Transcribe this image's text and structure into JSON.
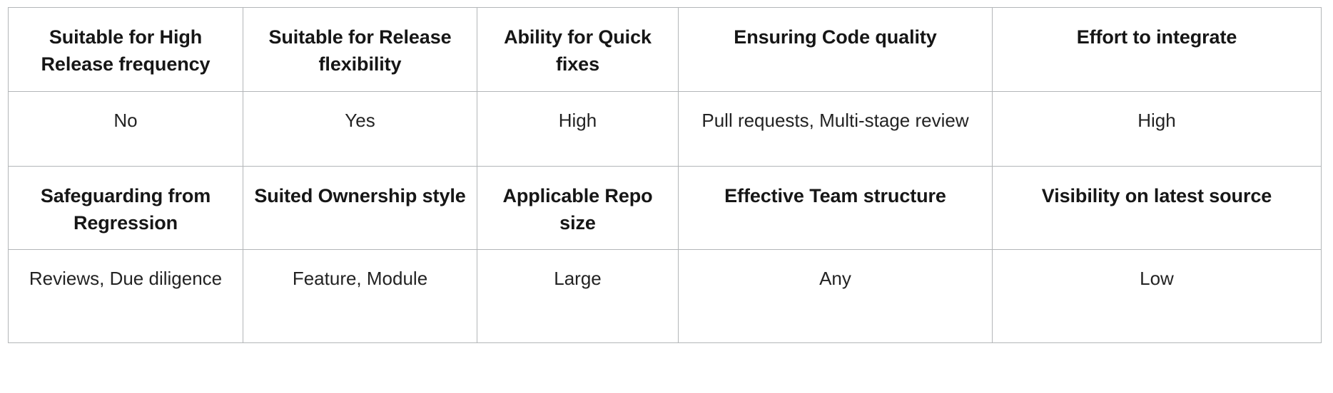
{
  "table": {
    "colors": {
      "border": "#b3b6b8",
      "background": "#ffffff",
      "header_text": "#161616",
      "body_text": "#232323"
    },
    "rows": [
      {
        "type": "header",
        "cells": [
          "Suitable for High Release frequency",
          "Suitable for Release flexibility",
          "Ability for Quick fixes",
          "Ensuring Code quality",
          "Effort to integrate"
        ]
      },
      {
        "type": "data",
        "cells": [
          "No",
          "Yes",
          "High",
          "Pull requests, Multi-stage review",
          "High"
        ]
      },
      {
        "type": "header",
        "cells": [
          "Safeguarding from Regression",
          "Suited Ownership style",
          "Applicable Repo size",
          "Effective Team structure",
          "Visibility on latest source"
        ]
      },
      {
        "type": "data",
        "cells": [
          "Reviews, Due diligence",
          "Feature, Module",
          "Large",
          "Any",
          "Low"
        ]
      }
    ]
  }
}
